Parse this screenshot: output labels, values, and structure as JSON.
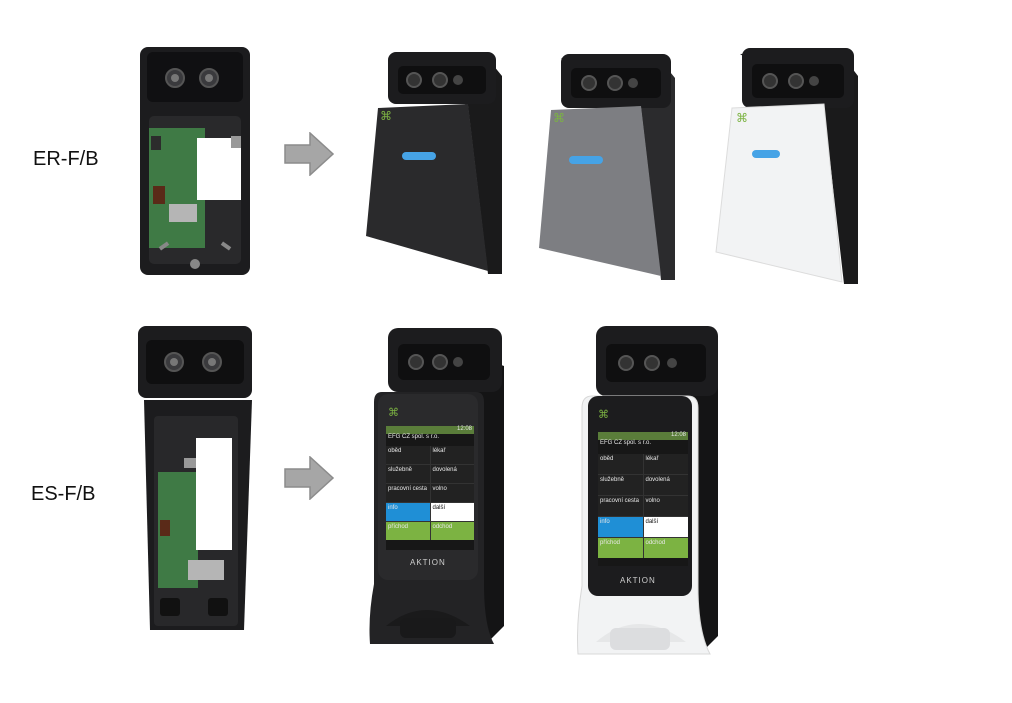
{
  "rows": [
    {
      "label": "ER-F/B"
    },
    {
      "label": "ES-F/B"
    }
  ],
  "colors": {
    "housing_dark": "#1c1c1e",
    "cover_black": "#2a2a2c",
    "cover_gray": "#7d7e82",
    "cover_white": "#f2f3f4",
    "led_blue": "#46a3e6",
    "pcb_green": "#3f7a45",
    "arrow_gray": "#a6a6a6",
    "screen_green": "#7cb342",
    "screen_blue": "#1f8fd6"
  },
  "icons": [
    "arrow-right-icon",
    "brand-logo-icon",
    "camera-lens-icon",
    "status-led-icon"
  ],
  "screen": {
    "time": "12:08",
    "company": "EFG CZ spol. s r.o.",
    "items": [
      [
        "oběd",
        "lékař"
      ],
      [
        "služebně",
        "dovolená"
      ],
      [
        "pracovní cesta",
        "volno"
      ],
      [
        "info",
        "další"
      ],
      [
        "příchod",
        "odchod"
      ]
    ],
    "brand": "aktion"
  }
}
